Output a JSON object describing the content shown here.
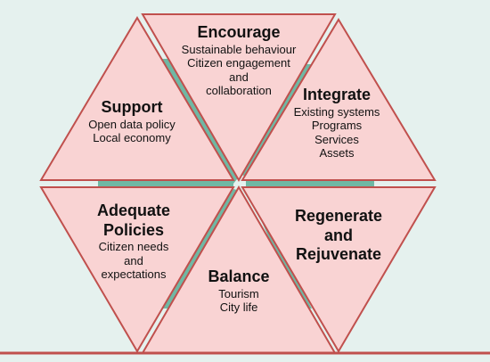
{
  "segments": {
    "encourage": {
      "title": "Encourage",
      "lines": [
        "Sustainable behaviour",
        "Citizen engagement",
        "and",
        "collaboration"
      ]
    },
    "integrate": {
      "title": "Integrate",
      "lines": [
        "Existing systems",
        "Programs",
        "Services",
        "Assets"
      ]
    },
    "regenerate": {
      "title": "Regenerate and Rejuvenate",
      "title_lines": [
        "Regenerate",
        "and",
        "Rejuvenate"
      ]
    },
    "balance": {
      "title": "Balance",
      "lines": [
        "Tourism",
        "City life"
      ]
    },
    "adequate": {
      "title": "Adequate Policies",
      "title_lines": [
        "Adequate",
        "Policies"
      ],
      "lines": [
        "Citizen needs",
        "and",
        "expectations"
      ]
    },
    "support": {
      "title": "Support",
      "lines": [
        "Open data policy",
        "Local economy"
      ]
    }
  },
  "colors": {
    "background": "#e5f1ee",
    "triangle_fill": "#f9d3d3",
    "triangle_stroke": "#c0504d",
    "band": "#6fb8a4"
  }
}
